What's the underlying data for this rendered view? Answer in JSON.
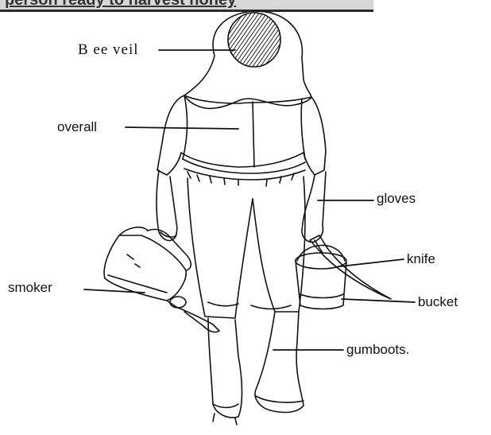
{
  "banner_text": "person ready to harvest honey",
  "labels": {
    "bee_veil": "B ee veil",
    "overall": "overall",
    "gloves": "gloves",
    "knife": "knife",
    "smoker": "smoker",
    "bucket": "bucket",
    "gumboots": "gumboots."
  },
  "colors": {
    "ink": "#111111",
    "paper": "#ffffff"
  }
}
